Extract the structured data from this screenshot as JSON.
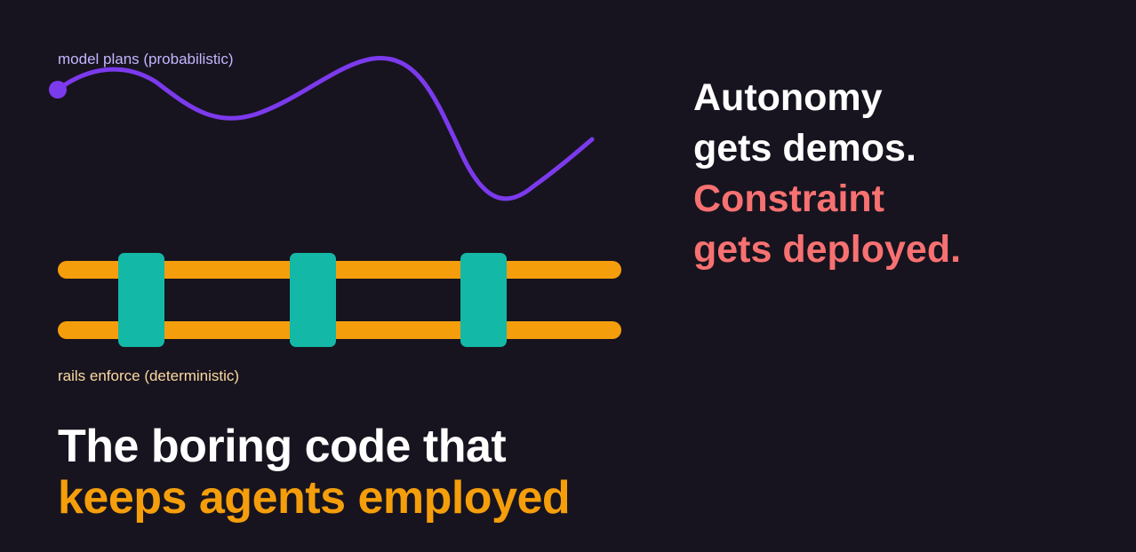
{
  "colors": {
    "background": "#17141f",
    "plan_curve": "#7c3aed",
    "rails": "#f59e0b",
    "ties": "#14b8a6",
    "accent_orange": "#f59e0b",
    "accent_red": "#f87171",
    "label_purple": "#c4b5fd",
    "label_orange": "#fcd9a0"
  },
  "illustration": {
    "curve_label": "model plans (probabilistic)",
    "rails_label": "rails enforce (deterministic)",
    "tie_count": 3
  },
  "tagline": {
    "line1": "Autonomy",
    "line2": "gets demos.",
    "line3": "Constraint",
    "line4": "gets deployed."
  },
  "headline": {
    "line1": "The boring code that",
    "line2": "keeps agents employed"
  }
}
